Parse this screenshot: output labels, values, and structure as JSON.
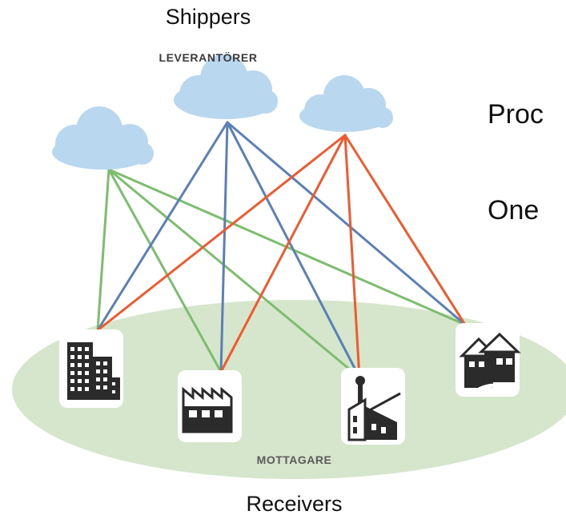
{
  "labels": {
    "shippers": "Shippers",
    "shippers_sv": "LEVERANTÖRER",
    "receivers": "Receivers",
    "receivers_sv": "MOTTAGARE"
  },
  "side_text": [
    "Proc",
    "One"
  ],
  "nodes": {
    "clouds": [
      {
        "id": "cloud-left",
        "role": "shipper"
      },
      {
        "id": "cloud-center",
        "role": "shipper"
      },
      {
        "id": "cloud-right",
        "role": "shipper"
      }
    ],
    "receivers": [
      {
        "id": "office-building",
        "icon": "office-building-icon"
      },
      {
        "id": "factory",
        "icon": "factory-icon"
      },
      {
        "id": "industrial-plant",
        "icon": "industrial-plant-icon"
      },
      {
        "id": "houses",
        "icon": "houses-icon"
      }
    ]
  },
  "connections": [
    {
      "from": "cloud-left",
      "to": "office-building",
      "color": "#7cbd6e"
    },
    {
      "from": "cloud-left",
      "to": "factory",
      "color": "#7cbd6e"
    },
    {
      "from": "cloud-left",
      "to": "industrial-plant",
      "color": "#7cbd6e"
    },
    {
      "from": "cloud-left",
      "to": "houses",
      "color": "#7cbd6e"
    },
    {
      "from": "cloud-center",
      "to": "office-building",
      "color": "#5b80b7"
    },
    {
      "from": "cloud-center",
      "to": "factory",
      "color": "#5b80b7"
    },
    {
      "from": "cloud-center",
      "to": "industrial-plant",
      "color": "#5b80b7"
    },
    {
      "from": "cloud-center",
      "to": "houses",
      "color": "#5b80b7"
    },
    {
      "from": "cloud-right",
      "to": "office-building",
      "color": "#ef5a2f"
    },
    {
      "from": "cloud-right",
      "to": "factory",
      "color": "#ef5a2f"
    },
    {
      "from": "cloud-right",
      "to": "industrial-plant",
      "color": "#ef5a2f"
    },
    {
      "from": "cloud-right",
      "to": "houses",
      "color": "#ef5a2f"
    }
  ],
  "colors": {
    "cloud": "#b9d7ef",
    "ground": "#d6e6cc",
    "icon": "#2b2b2b",
    "tile": "#ffffff"
  }
}
